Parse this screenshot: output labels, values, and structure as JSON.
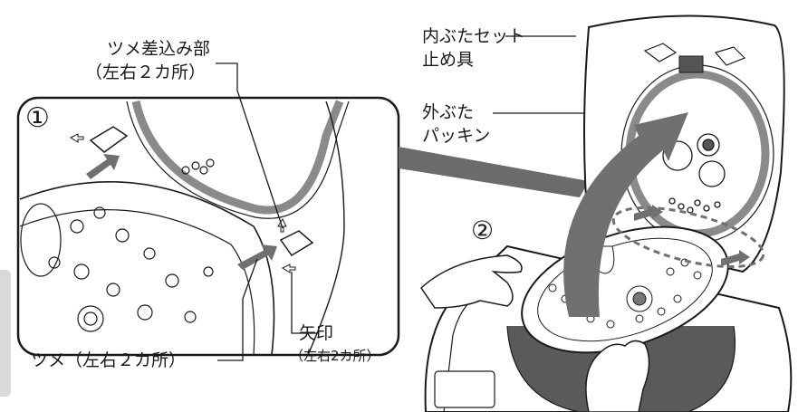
{
  "labels": {
    "hook_slot": "ツメ差込み部",
    "hook_slot_note": "（左右２カ所）",
    "hook": "ツメ（左右２カ所）",
    "arrow_mark": "矢印",
    "arrow_mark_note": "（左右2カ所）",
    "inner_lid_stopper_1": "内ぶたセット",
    "inner_lid_stopper_2": "止め具",
    "outer_lid_gasket_1": "外ぶた",
    "outer_lid_gasket_2": "パッキン"
  },
  "steps": {
    "step1": "①",
    "step2": "②"
  },
  "colors": {
    "ink": "#1a1a1a",
    "arrow_fill": "#707070",
    "gasket": "#8a8a8a",
    "shadow_band": "#6b6b6b",
    "side_tab": "#d9d9d9"
  }
}
